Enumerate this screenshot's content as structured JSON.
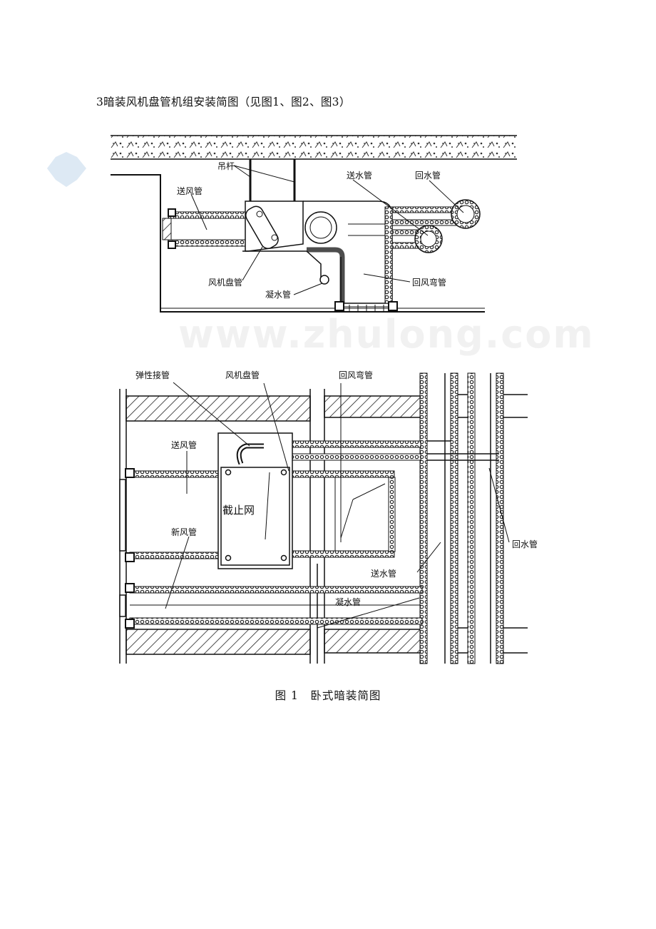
{
  "heading": "3暗装风机盘管机组安装简图（见图1、图2、图3）",
  "watermark": "www.zhulong.com",
  "figure_top": {
    "labels": {
      "hanger_rod": "吊杆",
      "supply_air_duct": "送风管",
      "fan_coil": "风机盘管",
      "condensate_pipe": "凝水管",
      "supply_water_pipe": "送水管",
      "return_water_pipe": "回水管",
      "return_air_plenum": "回风弯管"
    }
  },
  "figure_bottom": {
    "labels": {
      "flexible_connector": "弹性接管",
      "fan_coil": "风机盘管",
      "return_air_plenum": "回风弯管",
      "supply_air_duct": "送风管",
      "filter": "截止网",
      "fresh_air_duct": "新风管",
      "return_water_pipe": "回水管",
      "supply_water_pipe": "送水管",
      "condensate_pipe": "凝水管"
    }
  },
  "caption": "图 1　卧式暗装简图"
}
